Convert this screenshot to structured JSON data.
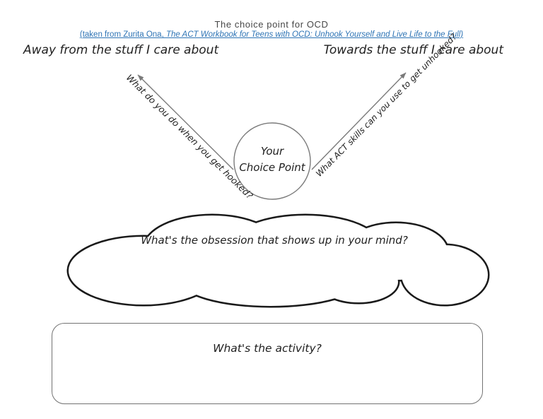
{
  "page": {
    "title": "The choice point for OCD",
    "source_link": {
      "prefix": "(taken from Zurita Ona, ",
      "book_title": "The ACT Workbook for Teens with OCD: Unhook Yourself and Live Life to the Full)"
    },
    "left_heading": "Away from the stuff I care about",
    "right_heading": "Towards the stuff I care about"
  },
  "diagram": {
    "away_arrow_label": "What do you do when you get hooked?",
    "towards_arrow_label": "What ACT skills can you use to get unhooked?",
    "choice_circle": {
      "line1": "Your",
      "line2": "Choice Point"
    },
    "cloud_label": "What's the obsession that shows up in your mind?",
    "activity_label": "What's the activity?"
  },
  "colors": {
    "line_gray": "#7a7a7a",
    "outline_black": "#1a1a1a",
    "title_gray": "#474747",
    "link_blue": "#2E74B5"
  }
}
